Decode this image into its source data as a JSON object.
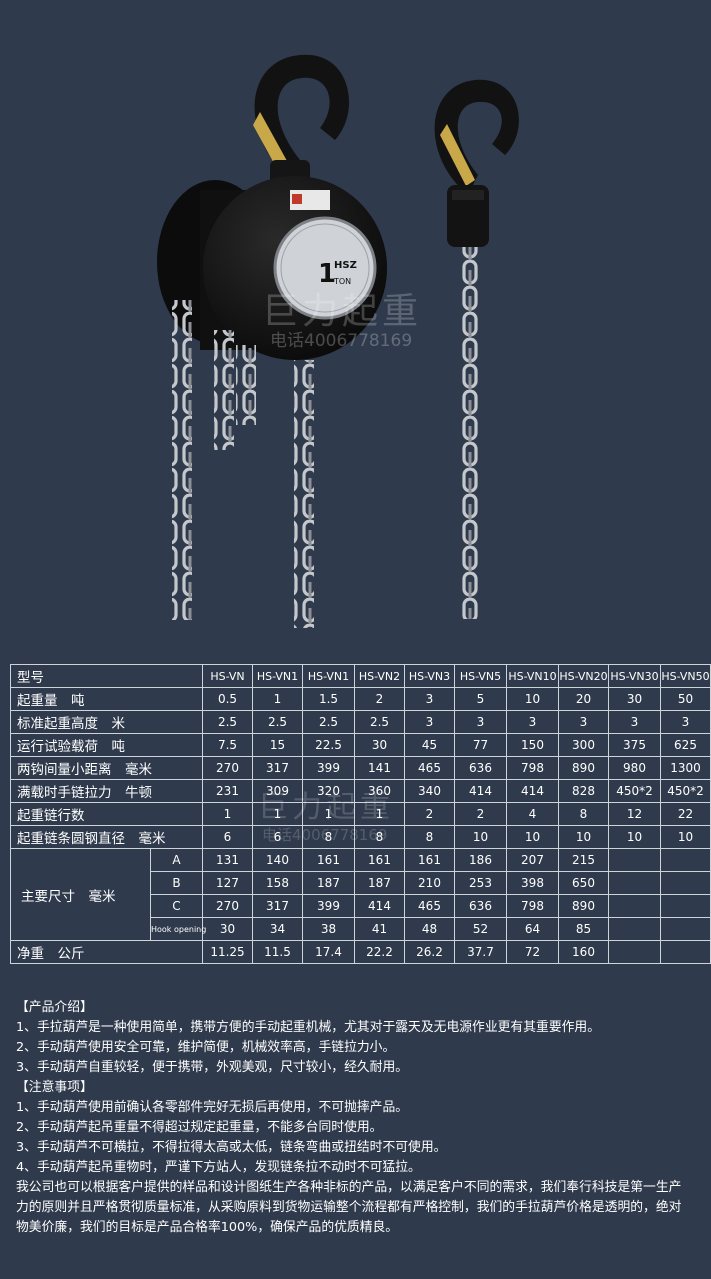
{
  "watermark": {
    "brand": "巨力起重",
    "phone": "电话4006778169"
  },
  "table": {
    "header_label": "型号",
    "models": [
      "HS-VN",
      "HS-VN1",
      "HS-VN1",
      "HS-VN2",
      "HS-VN3",
      "HS-VN5",
      "HS-VN10",
      "HS-VN20",
      "HS-VN30",
      "HS-VN50"
    ],
    "rows": [
      {
        "label": "起重量　吨",
        "values": [
          "0.5",
          "1",
          "1.5",
          "2",
          "3",
          "5",
          "10",
          "20",
          "30",
          "50"
        ]
      },
      {
        "label": "标准起重高度　米",
        "values": [
          "2.5",
          "2.5",
          "2.5",
          "2.5",
          "3",
          "3",
          "3",
          "3",
          "3",
          "3"
        ]
      },
      {
        "label": "运行试验载荷　吨",
        "values": [
          "7.5",
          "15",
          "22.5",
          "30",
          "45",
          "77",
          "150",
          "300",
          "375",
          "625"
        ]
      },
      {
        "label": "两钩间量小距离　毫米",
        "values": [
          "270",
          "317",
          "399",
          "141",
          "465",
          "636",
          "798",
          "890",
          "980",
          "1300"
        ]
      },
      {
        "label": "满载时手链拉力　牛顿",
        "values": [
          "231",
          "309",
          "320",
          "360",
          "340",
          "414",
          "414",
          "828",
          "450*2",
          "450*2"
        ]
      },
      {
        "label": "起重链行数",
        "values": [
          "1",
          "1",
          "1",
          "1",
          "2",
          "2",
          "4",
          "8",
          "12",
          "22"
        ]
      },
      {
        "label": "起重链条圆钢直径　毫米",
        "values": [
          "6",
          "6",
          "8",
          "8",
          "8",
          "10",
          "10",
          "10",
          "10",
          "10"
        ]
      }
    ],
    "dims_label": "主要尺寸　毫米",
    "dims": [
      {
        "sub": "A",
        "values": [
          "131",
          "140",
          "161",
          "161",
          "161",
          "186",
          "207",
          "215",
          "",
          ""
        ]
      },
      {
        "sub": "B",
        "values": [
          "127",
          "158",
          "187",
          "187",
          "210",
          "253",
          "398",
          "650",
          "",
          ""
        ]
      },
      {
        "sub": "C",
        "values": [
          "270",
          "317",
          "399",
          "414",
          "465",
          "636",
          "798",
          "890",
          "",
          ""
        ]
      },
      {
        "sub": "Hook opening",
        "values": [
          "30",
          "34",
          "38",
          "41",
          "48",
          "52",
          "64",
          "85",
          "",
          ""
        ]
      }
    ],
    "weight": {
      "label": "净重　公斤",
      "values": [
        "11.25",
        "11.5",
        "17.4",
        "22.2",
        "26.2",
        "37.7",
        "72",
        "160",
        "",
        ""
      ]
    }
  },
  "description": {
    "intro_heading": "【产品介绍】",
    "intro_items": [
      "1、手拉葫芦是一种使用简单，携带方便的手动起重机械，尤其对于露天及无电源作业更有其重要作用。",
      "2、手动葫芦使用安全可靠，维护简便，机械效率高，手链拉力小。",
      "3、手动葫芦自重较轻，便于携带，外观美观，尺寸较小，经久耐用。"
    ],
    "notes_heading": "【注意事项】",
    "notes_items": [
      "1、手动葫芦使用前确认各零部件完好无损后再使用，不可抛摔产品。",
      "2、手动葫芦起吊重量不得超过规定起重量，不能多台同时使用。",
      "3、手动葫芦不可横拉，不得拉得太高或太低，链条弯曲或扭结时不可使用。",
      "4、手动葫芦起吊重物时，严谨下方站人，发现链条拉不动时不可猛拉。"
    ],
    "closing": "我公司也可以根据客户提供的样品和设计图纸生产各种非标的产品，以满足客户不同的需求，我们奉行科技是第一生产力的原则并且严格贯彻质量标准，从采购原料到货物运输整个流程都有严格控制，我们的手拉葫芦价格是透明的，绝对物美价廉，我们的目标是产品合格率100%，确保产品的优质精良。"
  },
  "nameplate": {
    "capacity": "1",
    "model": "HSZ",
    "unit": "TON"
  },
  "colors": {
    "background": "#2f3a4c",
    "hoist_body": "#141414",
    "chain": "#b9bcc0",
    "latch": "#c9a84a"
  }
}
